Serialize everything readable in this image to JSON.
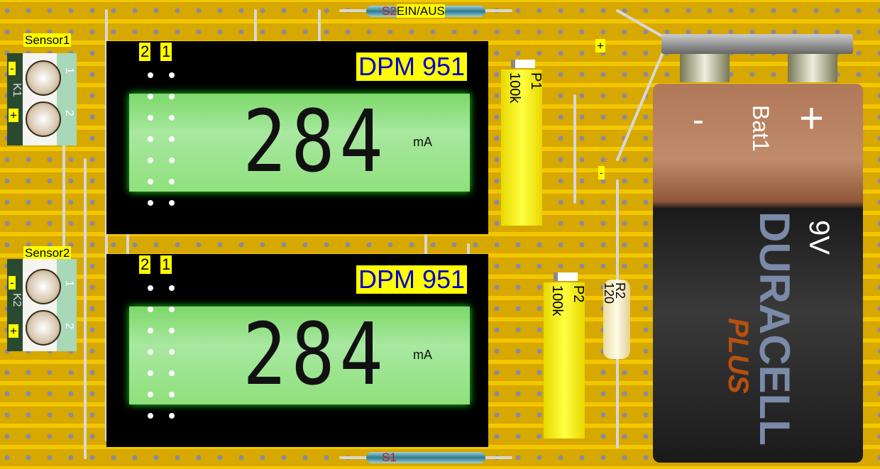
{
  "switch_top": {
    "ref": "S2",
    "label": "EIN/AUS"
  },
  "switch_bottom": {
    "ref": "S1"
  },
  "sensor1": {
    "title": "Sensor1",
    "ref": "K1",
    "minus": "-",
    "plus": "+",
    "pin1": "1",
    "pin2": "2"
  },
  "sensor2": {
    "title": "Sensor2",
    "ref": "K2",
    "minus": "-",
    "plus": "+",
    "pin1": "1",
    "pin2": "2"
  },
  "display1": {
    "model": "DPM 951",
    "reading": "284",
    "unit": "mA",
    "pin2": "2",
    "pin1": "1"
  },
  "display2": {
    "model": "DPM 951",
    "reading": "284",
    "unit": "mA",
    "pin2": "2",
    "pin1": "1"
  },
  "pot1": {
    "ref": "P1",
    "value": "100k"
  },
  "pot2": {
    "ref": "P2",
    "value": "100k"
  },
  "resistor": {
    "ref": "R2",
    "value": "120"
  },
  "supply": {
    "plus": "+",
    "minus": "-"
  },
  "battery": {
    "ref": "Bat1",
    "minus": "-",
    "plus": "+",
    "voltage": "9V",
    "brand": "DURACELL",
    "sub": "PLUS"
  },
  "colors": {
    "strip": "#d6a800",
    "gap": "#f2c700",
    "label": "#ffff00",
    "dpm_text": "#0000d0"
  }
}
